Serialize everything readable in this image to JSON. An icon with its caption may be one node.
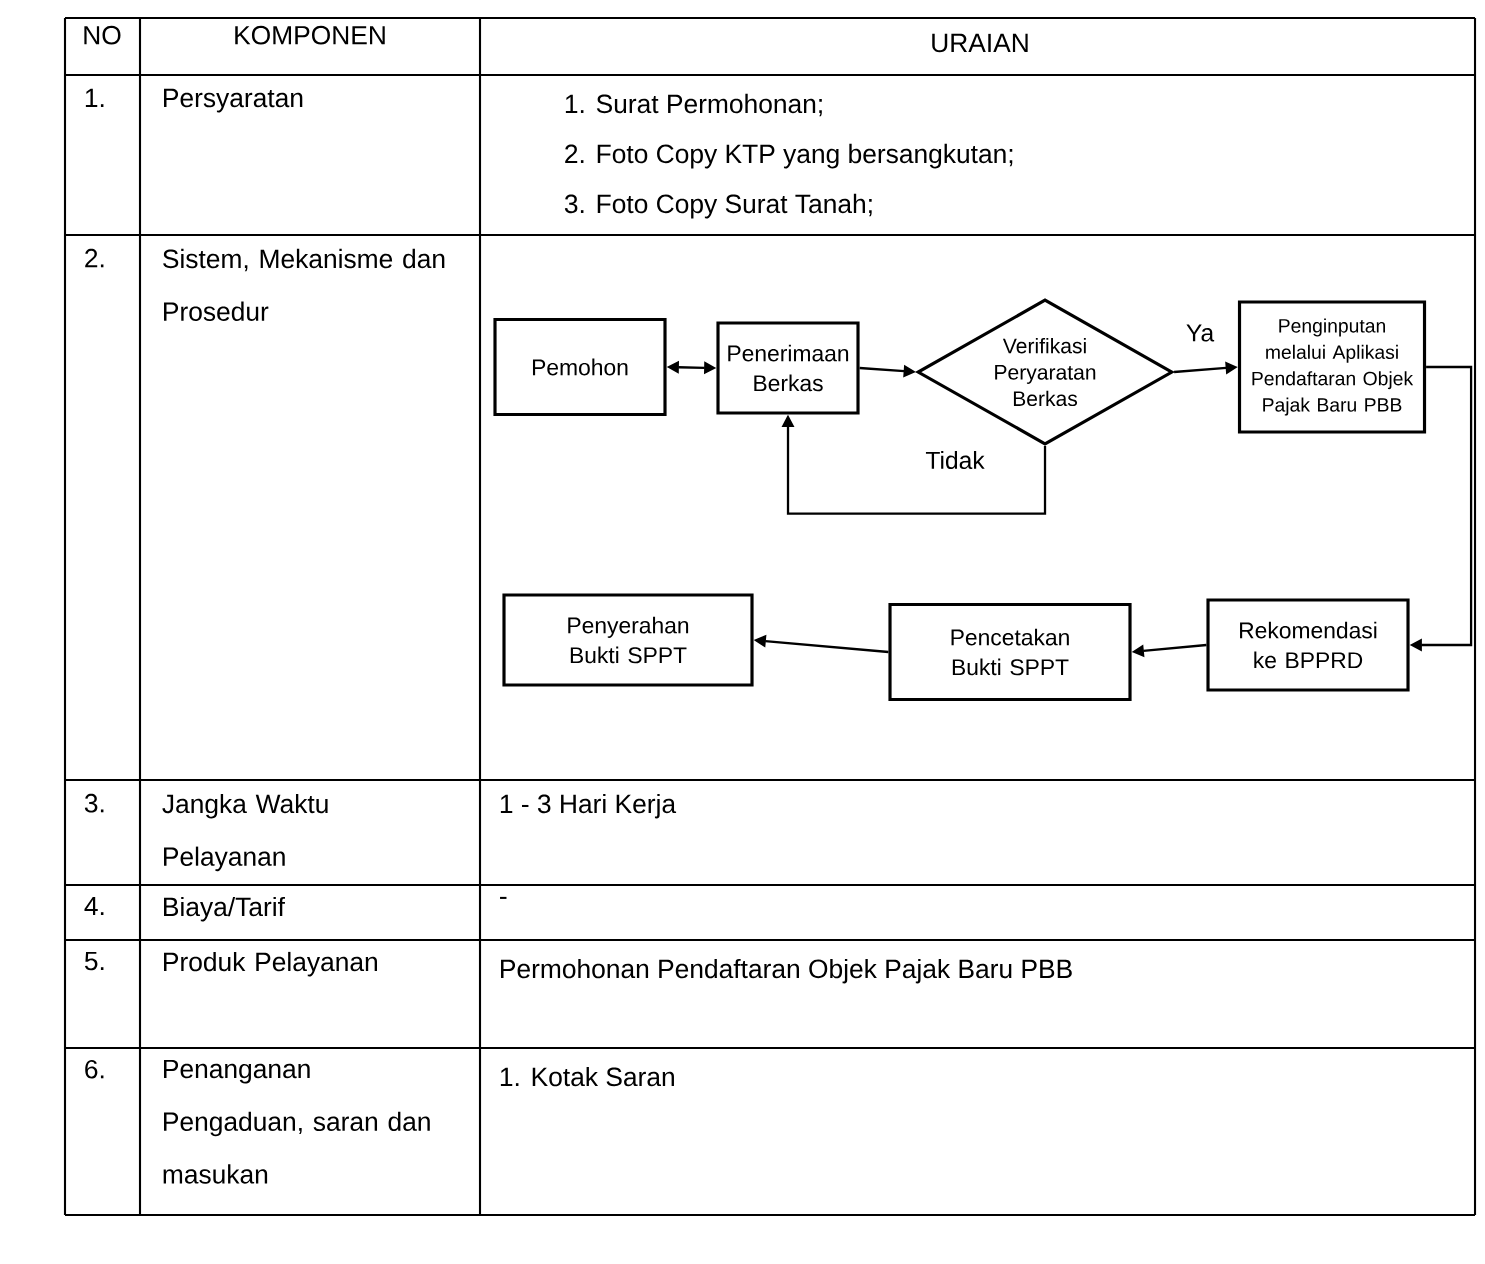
{
  "diagram": {
    "nodes": [
      {
        "text": [
          "Pemohon"
        ]
      },
      {
        "text": [
          "Penerimaan Berkas"
        ]
      },
      {
        "text": [
          "Verifikasi Peryaratan Berkas"
        ]
      },
      {
        "text": [
          "Penginputan melalui Aplikasi Pendaftaran Objek Pajak Baru PBB"
        ]
      },
      {
        "text": [
          "Rekomendasi ke BPPRD"
        ]
      },
      {
        "text": [
          "Pencetakan Bukti SPPT"
        ]
      },
      {
        "text": [
          "Penyerahan Bukti SPPT"
        ]
      }
    ],
    "edges": [
      {
        "from": 0,
        "to": 1,
        "arrow": "both"
      },
      {
        "from": 1,
        "to": 2,
        "arrow": "to"
      },
      {
        "from": 2,
        "to": 3,
        "arrow": "to",
        "label": "Ya"
      },
      {
        "from": 2,
        "to": 1,
        "arrow": "to",
        "label": "Tidak"
      },
      {
        "from": 3,
        "to": 4,
        "arrow": "to"
      },
      {
        "from": 4,
        "to": 5,
        "arrow": "to"
      },
      {
        "from": 5,
        "to": 6,
        "arrow": "to"
      }
    ],
    "labels": [
      "NO",
      "KOMPONEN",
      "URAIAN",
      "1.",
      "Persyaratan",
      "1. Surat Permohonan;",
      "2. Foto Copy KTP yang bersangkutan;",
      "3. Foto Copy Surat Tanah;",
      "2.",
      "Sistem, Mekanisme dan Prosedur",
      "3.",
      "Jangka Waktu Pelayanan",
      "1 - 3 Hari Kerja",
      "4.",
      "Biaya/Tarif",
      "-",
      "5.",
      "Produk Pelayanan",
      "Permohonan Pendaftaran Objek Pajak Baru PBB",
      "6.",
      "Penanganan Pengaduan, saran dan masukan",
      "1. Kotak Saran"
    ]
  }
}
